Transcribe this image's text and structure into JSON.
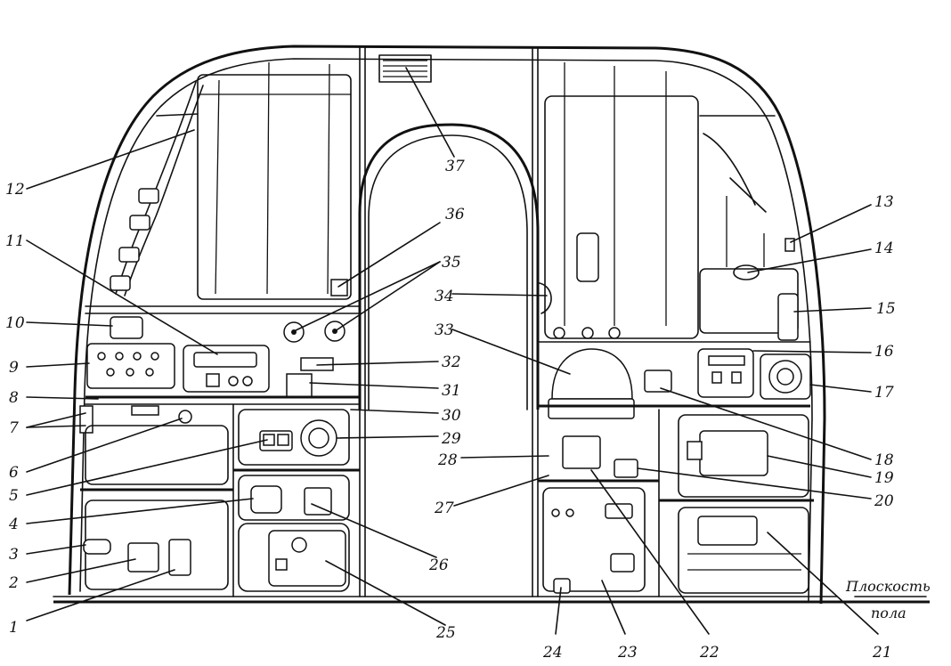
{
  "callouts": [
    {
      "id": "1",
      "text": "1"
    },
    {
      "id": "2",
      "text": "2"
    },
    {
      "id": "3",
      "text": "3"
    },
    {
      "id": "4",
      "text": "4"
    },
    {
      "id": "5",
      "text": "5"
    },
    {
      "id": "6",
      "text": "6"
    },
    {
      "id": "7",
      "text": "7"
    },
    {
      "id": "8",
      "text": "8"
    },
    {
      "id": "9",
      "text": "9"
    },
    {
      "id": "10",
      "text": "10"
    },
    {
      "id": "11",
      "text": "11"
    },
    {
      "id": "12",
      "text": "12"
    },
    {
      "id": "13",
      "text": "13"
    },
    {
      "id": "14",
      "text": "14"
    },
    {
      "id": "15",
      "text": "15"
    },
    {
      "id": "16",
      "text": "16"
    },
    {
      "id": "17",
      "text": "17"
    },
    {
      "id": "18",
      "text": "18"
    },
    {
      "id": "19",
      "text": "19"
    },
    {
      "id": "20",
      "text": "20"
    },
    {
      "id": "21",
      "text": "21"
    },
    {
      "id": "22",
      "text": "22"
    },
    {
      "id": "23",
      "text": "23"
    },
    {
      "id": "24",
      "text": "24"
    },
    {
      "id": "25",
      "text": "25"
    },
    {
      "id": "26",
      "text": "26"
    },
    {
      "id": "27",
      "text": "27"
    },
    {
      "id": "28",
      "text": "28"
    },
    {
      "id": "29",
      "text": "29"
    },
    {
      "id": "30",
      "text": "30"
    },
    {
      "id": "31",
      "text": "31"
    },
    {
      "id": "32",
      "text": "32"
    },
    {
      "id": "33",
      "text": "33"
    },
    {
      "id": "34",
      "text": "34"
    },
    {
      "id": "35",
      "text": "35"
    },
    {
      "id": "36",
      "text": "36"
    },
    {
      "id": "37",
      "text": "37"
    }
  ],
  "floor_label": {
    "line1": "Плоскость",
    "line2": "пола"
  }
}
